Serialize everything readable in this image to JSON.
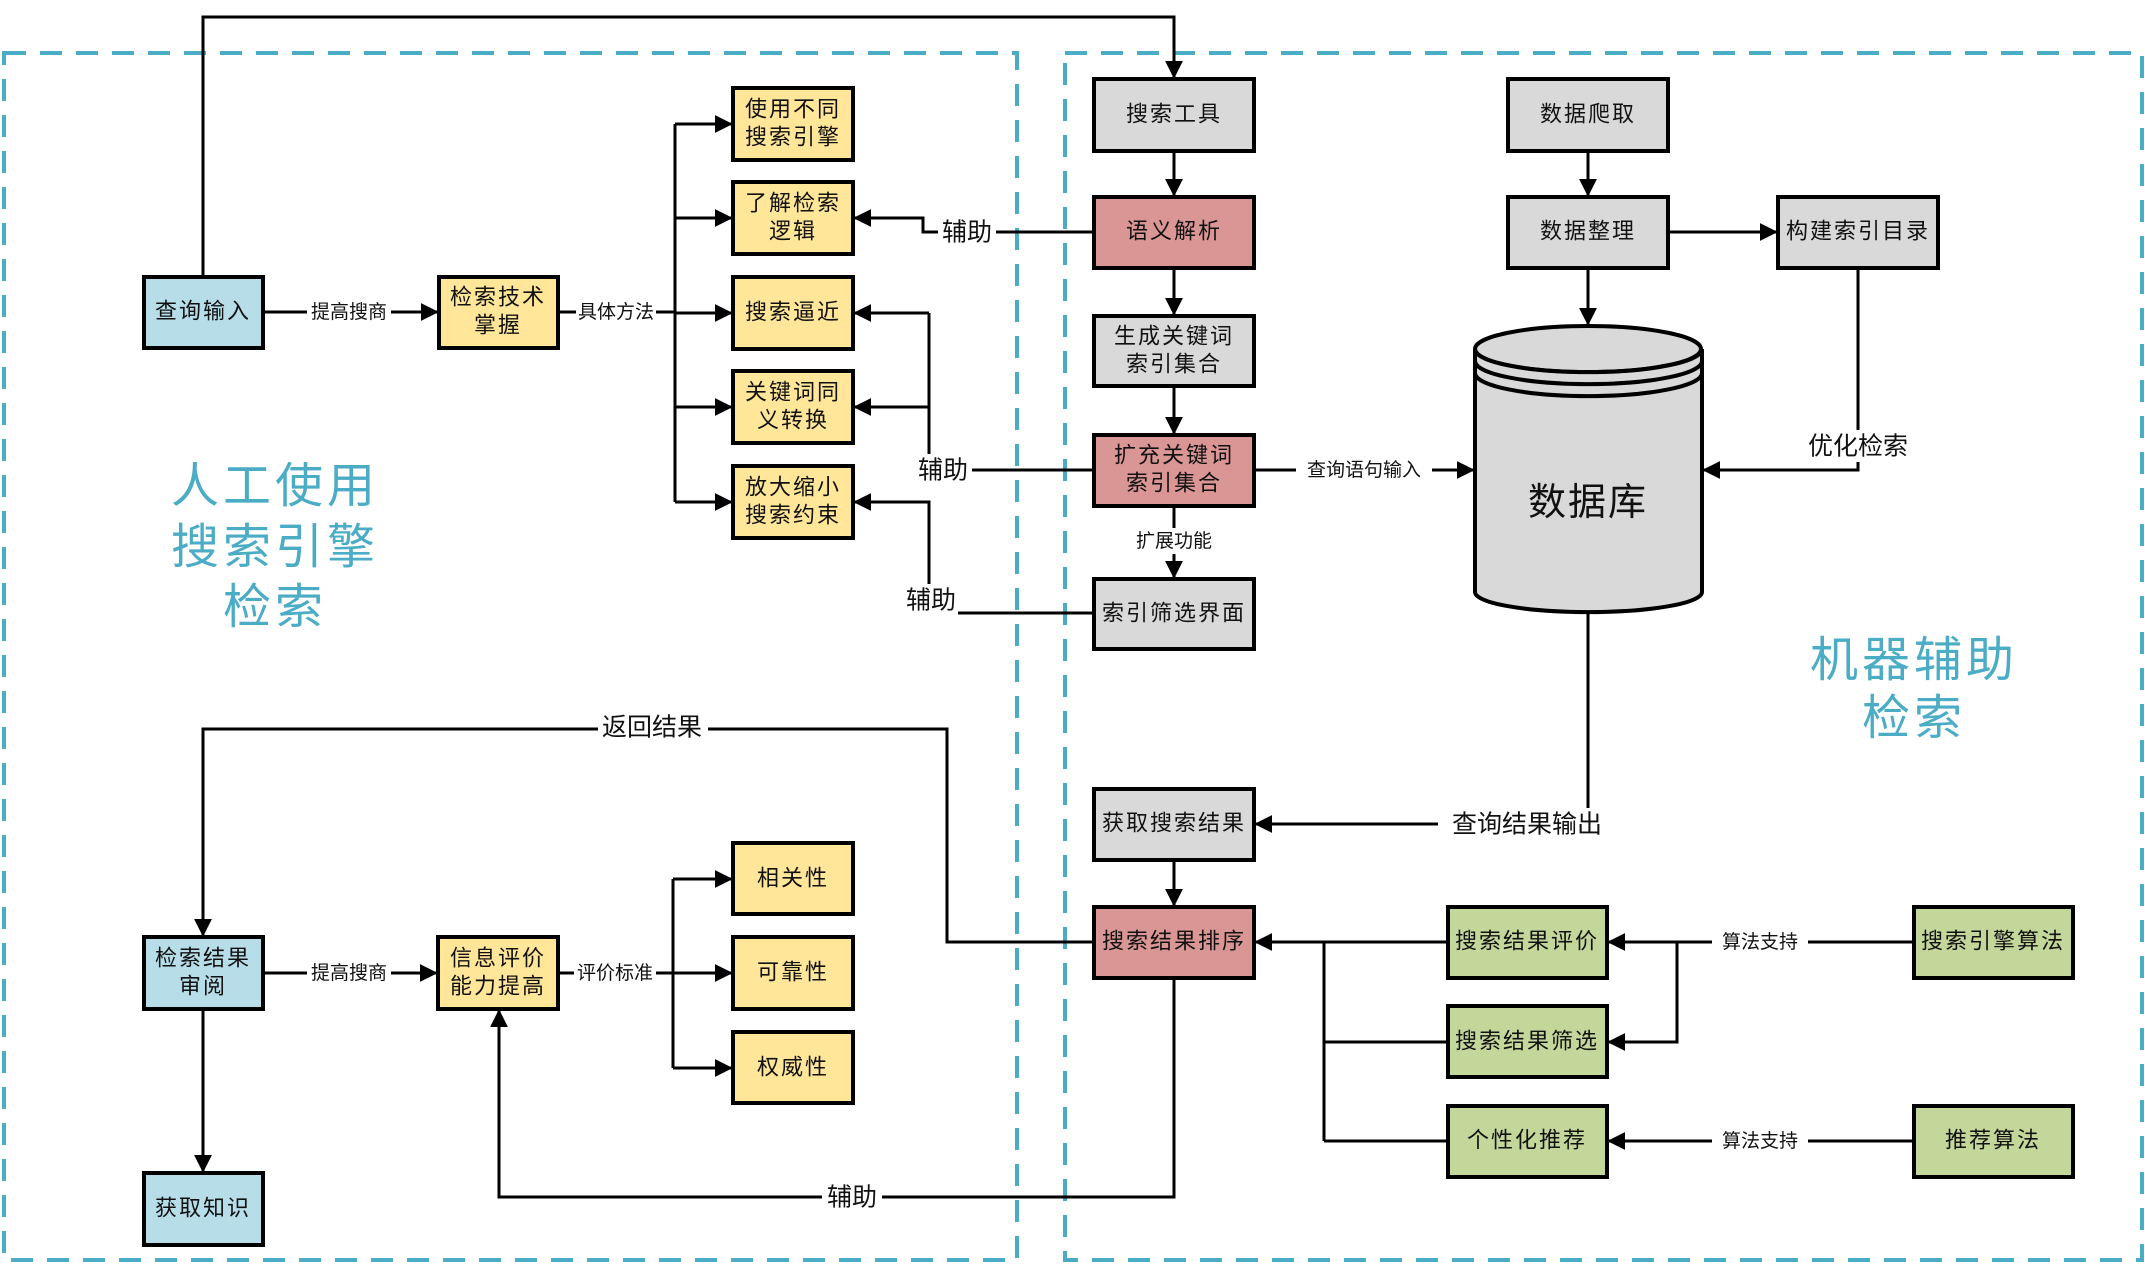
{
  "colors": {
    "human_input": "#b7dde8",
    "method": "#ffe699",
    "tool_gray": "#d9d9d9",
    "key_red": "#d99694",
    "algorithm_green": "#c4d79b",
    "region_border": "#4bacc6",
    "region_label": "#4bacc6"
  },
  "regions": {
    "human": {
      "label_lines": [
        "人工使用",
        "搜索引擎",
        "检索"
      ]
    },
    "machine": {
      "label_lines": [
        "机器辅助",
        "检索"
      ]
    }
  },
  "nodes": {
    "query_input": [
      "查询输入"
    ],
    "search_skill": [
      "检索技术",
      "掌握"
    ],
    "use_engines": [
      "使用不同",
      "搜索引擎"
    ],
    "know_logic": [
      "了解检索",
      "逻辑"
    ],
    "search_approach": [
      "搜索逼近"
    ],
    "synonym_convert": [
      "关键词同",
      "义转换"
    ],
    "scale_constraints": [
      "放大缩小",
      "搜索约束"
    ],
    "result_review": [
      "检索结果",
      "审阅"
    ],
    "get_knowledge": [
      "获取知识"
    ],
    "eval_ability": [
      "信息评价",
      "能力提高"
    ],
    "relevance": [
      "相关性"
    ],
    "reliability": [
      "可靠性"
    ],
    "authority": [
      "权威性"
    ],
    "search_tool": [
      "搜索工具"
    ],
    "semantic_parse": [
      "语义解析"
    ],
    "gen_keyword_index": [
      "生成关键词",
      "索引集合"
    ],
    "expand_keyword_index": [
      "扩充关键词",
      "索引集合"
    ],
    "index_filter_ui": [
      "索引筛选界面"
    ],
    "data_crawl": [
      "数据爬取"
    ],
    "data_organize": [
      "数据整理"
    ],
    "build_index_dir": [
      "构建索引目录"
    ],
    "database": [
      "数据库"
    ],
    "get_results": [
      "获取搜索结果"
    ],
    "rank_results": [
      "搜索结果排序"
    ],
    "eval_results": [
      "搜索结果评价"
    ],
    "filter_results": [
      "搜索结果筛选"
    ],
    "personalized_rec": [
      "个性化推荐"
    ],
    "engine_algorithm": [
      "搜索引擎算法"
    ],
    "rec_algorithm": [
      "推荐算法"
    ]
  },
  "edge_labels": {
    "improve_search_1": "提高搜商",
    "specific_methods": "具体方法",
    "assist_semantic": "辅助",
    "assist_expand": "辅助",
    "assist_filter_ui": "辅助",
    "query_statement_input": "查询语句输入",
    "extend_function": "扩展功能",
    "optimize_retrieval": "优化检索",
    "query_result_output": "查询结果输出",
    "return_results": "返回结果",
    "improve_search_2": "提高搜商",
    "eval_criteria": "评价标准",
    "assist_rank": "辅助",
    "algo_support_1": "算法支持",
    "algo_support_2": "算法支持"
  }
}
